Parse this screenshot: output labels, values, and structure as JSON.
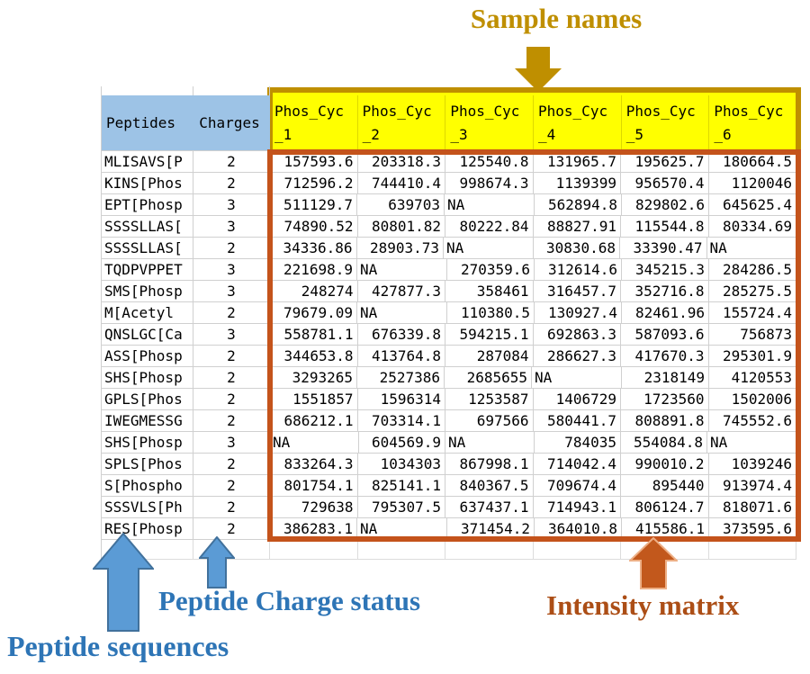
{
  "colors": {
    "gold": "#BF8F00",
    "yellow_highlight": "#FFFF00",
    "header_blue": "#9DC3E6",
    "orange_frame": "#C4531B",
    "orange_arrow": "#C2581C",
    "blue_arrow": "#5B9BD5",
    "blue_arrow_border": "#41719C",
    "blue_text": "#2E75B6",
    "intensity_text": "#AC4E16",
    "gridline": "#D0D0D0"
  },
  "annotations": {
    "sample_names": "Sample names",
    "peptide_sequences": "Peptide sequences",
    "peptide_charge_status": "Peptide Charge status",
    "intensity_matrix": "Intensity matrix"
  },
  "table": {
    "peptides_header": "Peptides",
    "charges_header": "Charges",
    "sample_columns": [
      {
        "name": "Phos_Cyc_1",
        "line1": "Phos_Cyc",
        "line2": "_1"
      },
      {
        "name": "Phos_Cyc_2",
        "line1": "Phos_Cyc",
        "line2": "_2"
      },
      {
        "name": "Phos_Cyc_3",
        "line1": "Phos_Cyc",
        "line2": "_3"
      },
      {
        "name": "Phos_Cyc_4",
        "line1": "Phos_Cyc",
        "line2": "_4"
      },
      {
        "name": "Phos_Cyc_5",
        "line1": "Phos_Cyc",
        "line2": "_5"
      },
      {
        "name": "Phos_Cyc_6",
        "line1": "Phos_Cyc",
        "line2": "_6"
      }
    ],
    "rows": [
      {
        "peptide": "MLISAVS[P",
        "charge": "2",
        "values": [
          "157593.6",
          "203318.3",
          "125540.8",
          "131965.7",
          "195625.7",
          "180664.5"
        ]
      },
      {
        "peptide": "KINS[Phos",
        "charge": "2",
        "values": [
          "712596.2",
          "744410.4",
          "998674.3",
          "1139399",
          "956570.4",
          "1120046"
        ]
      },
      {
        "peptide": "EPT[Phosp",
        "charge": "3",
        "values": [
          "511129.7",
          "639703",
          "NA",
          "562894.8",
          "829802.6",
          "645625.4"
        ]
      },
      {
        "peptide": "SSSSLLAS[",
        "charge": "3",
        "values": [
          "74890.52",
          "80801.82",
          "80222.84",
          "88827.91",
          "115544.8",
          "80334.69"
        ]
      },
      {
        "peptide": "SSSSLLAS[",
        "charge": "2",
        "values": [
          "34336.86",
          "28903.73",
          "NA",
          "30830.68",
          "33390.47",
          "NA"
        ]
      },
      {
        "peptide": "TQDPVPPET",
        "charge": "3",
        "values": [
          "221698.9",
          "NA",
          "270359.6",
          "312614.6",
          "345215.3",
          "284286.5"
        ]
      },
      {
        "peptide": "SMS[Phosp",
        "charge": "3",
        "values": [
          "248274",
          "427877.3",
          "358461",
          "316457.7",
          "352716.8",
          "285275.5"
        ]
      },
      {
        "peptide": "M[Acetyl",
        "charge": "2",
        "values": [
          "79679.09",
          "NA",
          "110380.5",
          "130927.4",
          "82461.96",
          "155724.4"
        ]
      },
      {
        "peptide": "QNSLGC[Ca",
        "charge": "3",
        "values": [
          "558781.1",
          "676339.8",
          "594215.1",
          "692863.3",
          "587093.6",
          "756873"
        ]
      },
      {
        "peptide": "ASS[Phosp",
        "charge": "2",
        "values": [
          "344653.8",
          "413764.8",
          "287084",
          "286627.3",
          "417670.3",
          "295301.9"
        ]
      },
      {
        "peptide": "SHS[Phosp",
        "charge": "2",
        "values": [
          "3293265",
          "2527386",
          "2685655",
          "NA",
          "2318149",
          "4120553"
        ]
      },
      {
        "peptide": "GPLS[Phos",
        "charge": "2",
        "values": [
          "1551857",
          "1596314",
          "1253587",
          "1406729",
          "1723560",
          "1502006"
        ]
      },
      {
        "peptide": "IWEGMESSG",
        "charge": "2",
        "values": [
          "686212.1",
          "703314.1",
          "697566",
          "580441.7",
          "808891.8",
          "745552.6"
        ]
      },
      {
        "peptide": "SHS[Phosp",
        "charge": "3",
        "values": [
          "NA",
          "604569.9",
          "NA",
          "784035",
          "554084.8",
          "NA"
        ]
      },
      {
        "peptide": "SPLS[Phos",
        "charge": "2",
        "values": [
          "833264.3",
          "1034303",
          "867998.1",
          "714042.4",
          "990010.2",
          "1039246"
        ]
      },
      {
        "peptide": "S[Phospho",
        "charge": "2",
        "values": [
          "801754.1",
          "825141.1",
          "840367.5",
          "709674.4",
          "895440",
          "913974.4"
        ]
      },
      {
        "peptide": "SSSVLS[Ph",
        "charge": "2",
        "values": [
          "729638",
          "795307.5",
          "637437.1",
          "714943.1",
          "806124.7",
          "818071.6"
        ]
      },
      {
        "peptide": "RES[Phosp",
        "charge": "2",
        "values": [
          "386283.1",
          "NA",
          "371454.2",
          "364010.8",
          "415586.1",
          "373595.6"
        ]
      }
    ]
  }
}
